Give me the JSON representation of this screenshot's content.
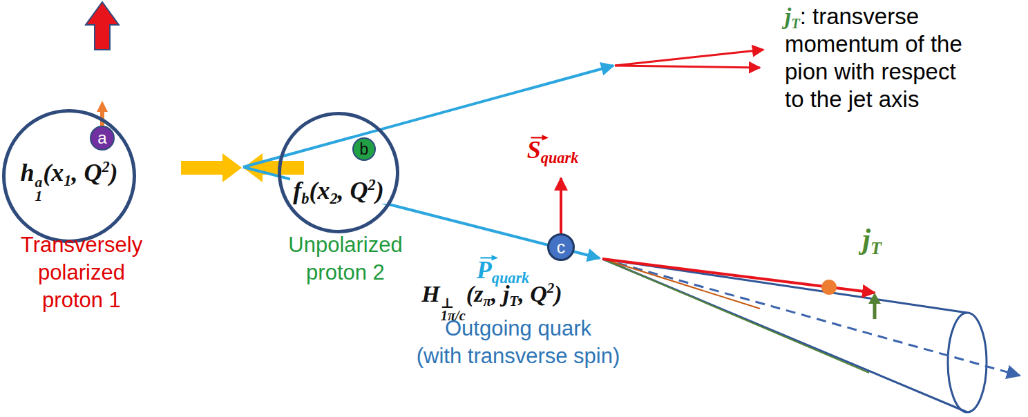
{
  "diagram": {
    "nodes": [
      {
        "text": [
          "h1a(x1, Q2)",
          "Transversely polarized proton 1"
        ]
      },
      {
        "text": [
          "a"
        ],
        "in": 0
      },
      {
        "text": [
          "fb(x2, Q2)",
          "Unpolarized proton 2"
        ]
      },
      {
        "text": [
          "b"
        ],
        "in": 2
      },
      {
        "text": [
          "c"
        ]
      }
    ],
    "labels": [
      "jT: transverse momentum of the pion with respect to the jet axis",
      "Squark",
      "Pquark",
      "H1π/c⊥(zπ, jT, Q2)",
      "Outgoing quark (with transverse spin)",
      "jT"
    ]
  }
}
